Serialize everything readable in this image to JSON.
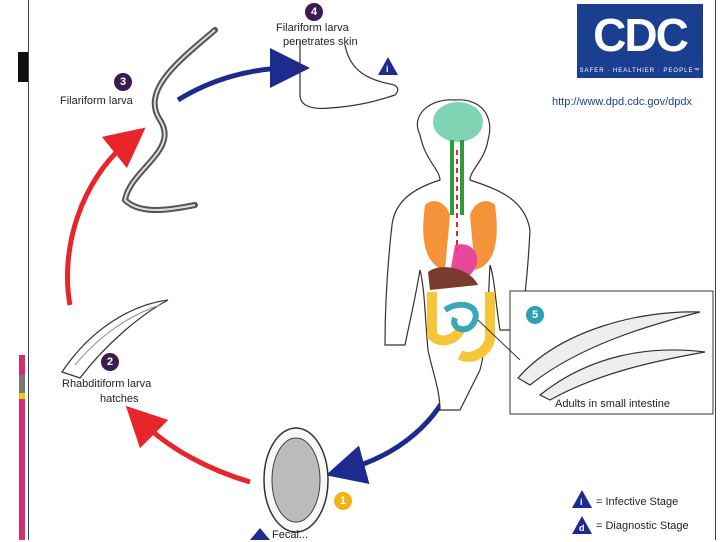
{
  "stages": [
    {
      "number": "4",
      "label_line1": "Filariform larva",
      "label_line2": "penetrates skin",
      "marker": "i"
    },
    {
      "number": "3",
      "label": "Filariform larva"
    },
    {
      "number": "2",
      "label_line1": "Rhabditiform larva",
      "label_line2": "hatches"
    },
    {
      "number": "5",
      "label": "Adults in small intestine"
    },
    {
      "number": "1",
      "label": "Fecal..."
    }
  ],
  "logo": {
    "text": "CDC",
    "tagline": "SAFER · HEALTHIER · PEOPLE™",
    "url": "http://www.dpd.cdc.gov/dpdx"
  },
  "legend": {
    "infective": {
      "marker": "i",
      "label": "= Infective Stage"
    },
    "diagnostic": {
      "marker": "d",
      "label": "= Diagnostic Stage"
    }
  },
  "colors": {
    "red_arrow": "#e8252b",
    "blue_arrow": "#1d2b8f",
    "stage_badge": "#3d1a4f",
    "stage1_badge": "#f2b316",
    "stage5_badge": "#2aa0b7",
    "cdc_blue": "#1a3f91"
  }
}
